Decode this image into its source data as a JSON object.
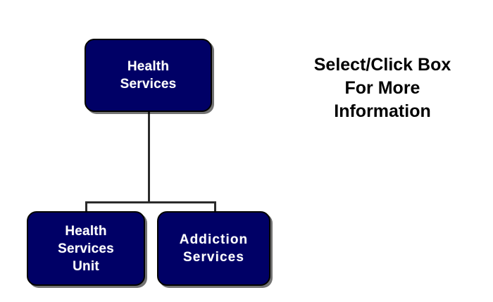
{
  "diagram": {
    "title_note": "Select/Click Box\nFor More\nInformation",
    "colors": {
      "box_fill": "#000066",
      "box_border": "#000000",
      "box_text": "#ffffff",
      "connector": "#2b2b2b",
      "instruction_text": "#000000",
      "background": "#ffffff"
    },
    "nodes": [
      {
        "id": "health-services",
        "label": "Health\nServices",
        "level": 0
      },
      {
        "id": "health-services-unit",
        "label": "Health\nServices\nUnit",
        "level": 1
      },
      {
        "id": "addiction-services",
        "label": "Addiction\nServices",
        "level": 1
      }
    ],
    "edges": [
      {
        "from": "health-services",
        "to": "health-services-unit"
      },
      {
        "from": "health-services",
        "to": "addiction-services"
      }
    ]
  }
}
